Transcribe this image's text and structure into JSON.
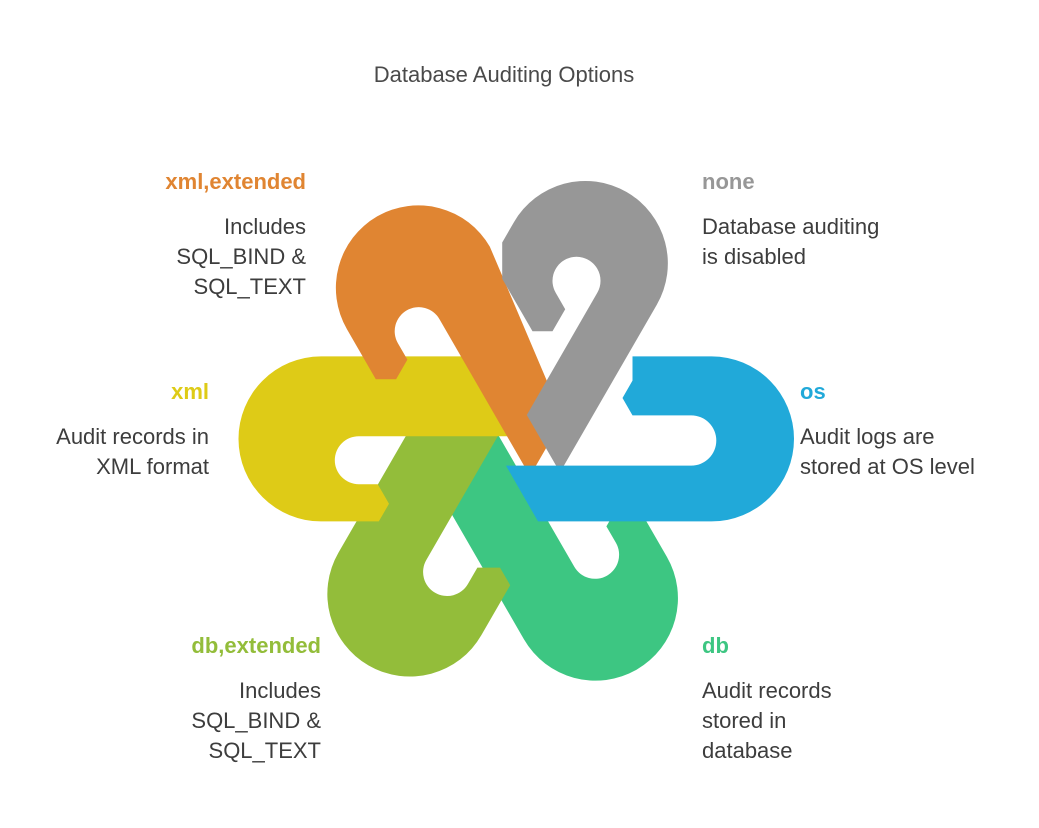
{
  "title": "Database Auditing Options",
  "options": {
    "xml_extended": {
      "name": "xml,extended",
      "description": "Includes\nSQL_BIND &\nSQL_TEXT",
      "color": "#E08532"
    },
    "none": {
      "name": "none",
      "description": "Database auditing\nis disabled",
      "color": "#979797"
    },
    "xml": {
      "name": "xml",
      "description": "Audit records in\nXML format",
      "color": "#DECB17"
    },
    "os": {
      "name": "os",
      "description": "Audit logs are\nstored at OS level",
      "color": "#21A9D9"
    },
    "db_extended": {
      "name": "db,extended",
      "description": "Includes\nSQL_BIND &\nSQL_TEXT",
      "color": "#93BD3A"
    },
    "db": {
      "name": "db",
      "description": "Audit records\nstored in\ndatabase",
      "color": "#3DC682"
    }
  }
}
